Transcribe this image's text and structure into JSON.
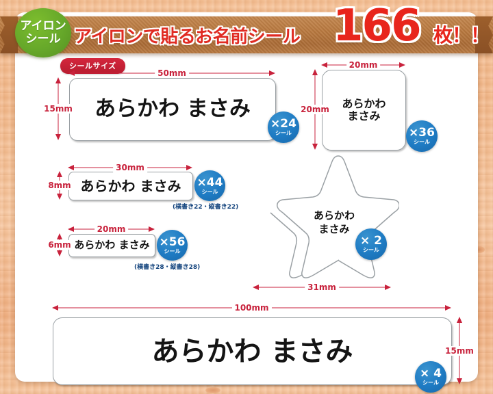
{
  "header": {
    "badge_line1": "アイロン",
    "badge_line2": "シール",
    "title": "アイロンで貼るお名前シール",
    "count": "166",
    "count_unit": "枚！！"
  },
  "size_label": "シールサイズ",
  "sample_name": "あらかわ まさみ",
  "sample_name_l1": "あらかわ",
  "sample_name_l2": "まさみ",
  "stickers": [
    {
      "id": "rect-50x15",
      "width_label": "50mm",
      "height_label": "15mm",
      "text": "あらかわ まさみ",
      "count": "×24",
      "count_unit": "シール",
      "note": ""
    },
    {
      "id": "square-20x20",
      "width_label": "20mm",
      "height_label": "20mm",
      "text_l1": "あらかわ",
      "text_l2": "まさみ",
      "count": "×36",
      "count_unit": "シール",
      "note": ""
    },
    {
      "id": "rect-30x8",
      "width_label": "30mm",
      "height_label": "8mm",
      "text": "あらかわ まさみ",
      "count": "×44",
      "count_unit": "シール",
      "note": "(横書き22・縦書き22)"
    },
    {
      "id": "rect-20x6",
      "width_label": "20mm",
      "height_label": "6mm",
      "text": "あらかわ まさみ",
      "count": "×56",
      "count_unit": "シール",
      "note": "(横書き28・縦書き28)"
    },
    {
      "id": "star-31",
      "width_label": "31mm",
      "height_label": "",
      "text_l1": "あらかわ",
      "text_l2": "まさみ",
      "count": "× 2",
      "count_unit": "シール",
      "note": ""
    },
    {
      "id": "rect-100x15",
      "width_label": "100mm",
      "height_label": "15mm",
      "text": "あらかわ まさみ",
      "count": "× 4",
      "count_unit": "シール",
      "note": ""
    }
  ],
  "colors": {
    "banner_brown": "#b9793f",
    "title_red": "#e02b22",
    "count_red": "#e8251c",
    "green_badge": "#66a82a",
    "pill_red": "#c42033",
    "badge_blue": "#1f7cc4",
    "dimension_red": "#c8223c",
    "wood": "#f3b98c",
    "card_white": "#ffffff"
  }
}
